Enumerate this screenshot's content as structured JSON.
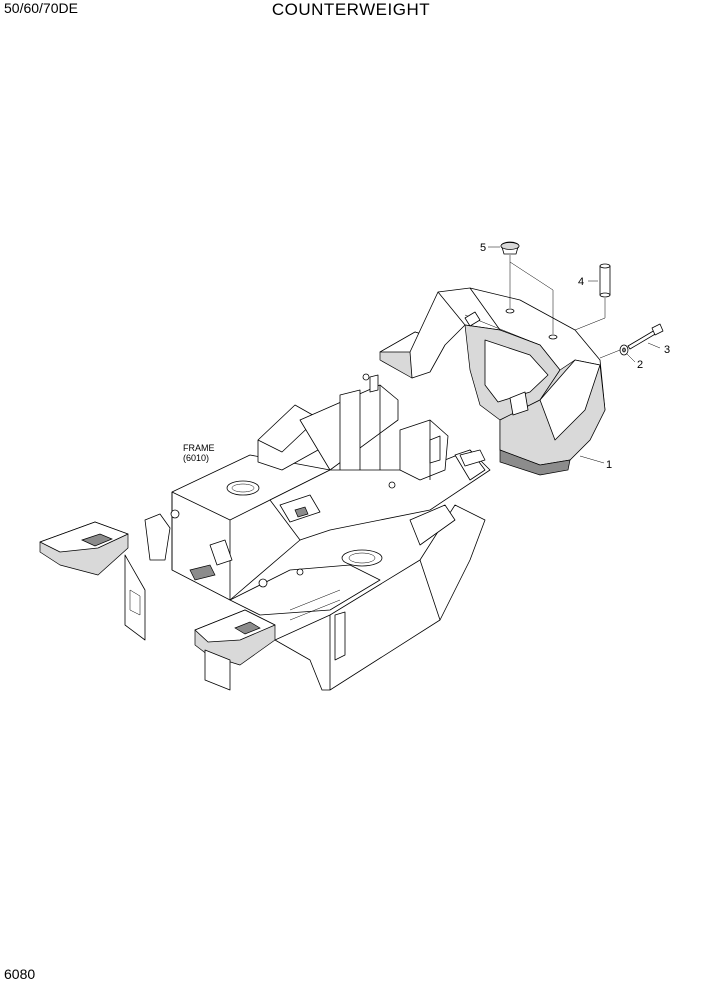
{
  "header": {
    "model": "50/60/70DE",
    "title": "COUNTERWEIGHT"
  },
  "footer": {
    "page_number": "6080"
  },
  "diagram": {
    "frame_label_line1": "FRAME",
    "frame_label_line2": "(6010)",
    "callouts": [
      {
        "number": "1",
        "part": "counterweight"
      },
      {
        "number": "2",
        "part": "washer"
      },
      {
        "number": "3",
        "part": "bolt"
      },
      {
        "number": "4",
        "part": "pin"
      },
      {
        "number": "5",
        "part": "cap"
      }
    ]
  }
}
